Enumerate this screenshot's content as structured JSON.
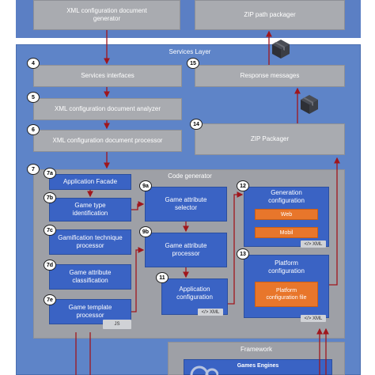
{
  "top": {
    "left_box": "XML configuration document generator",
    "right_box": "ZIP path packager"
  },
  "services_layer": {
    "title": "Services Layer",
    "services_interfaces": {
      "num": "4",
      "label": "Services interfaces"
    },
    "analyzer": {
      "num": "5",
      "label": "XML configuration document analyzer"
    },
    "processor": {
      "num": "6",
      "label": "XML configuration document processor"
    },
    "response": {
      "num": "15",
      "label": "Response messages"
    },
    "zip_packager": {
      "num": "14",
      "label": "ZIP Packager"
    }
  },
  "code_generator": {
    "num": "7",
    "title": "Code generator",
    "application_facade": {
      "num": "7a",
      "label": "Application Facade"
    },
    "game_type": {
      "num": "7b",
      "label": "Game type identification"
    },
    "gamification": {
      "num": "7c",
      "label": "Gamification technique processor"
    },
    "game_attribute_class": {
      "num": "7d",
      "label": "Game attribute classification"
    },
    "game_template": {
      "num": "7e",
      "label": "Game template processor",
      "tag": "JS"
    },
    "attr_selector": {
      "num": "9a",
      "label": "Game attribute selector"
    },
    "attr_processor": {
      "num": "9b",
      "label": "Game attribute processor"
    },
    "app_config": {
      "num": "11",
      "label": "Application configuration",
      "tag": "</> XML"
    },
    "gen_config": {
      "num": "12",
      "label": "Generation configuration",
      "web": "Web",
      "mobile": "Mobil",
      "tag": "</> XML"
    },
    "platform_config": {
      "num": "13",
      "label": "Platform configuration",
      "file": "Platform configuration file",
      "tag": "</> XML"
    }
  },
  "framework": {
    "title": "Framework",
    "games_engines": "Games Engines"
  },
  "colors": {
    "layer": "#5e84c8",
    "gray": "#a9abb0",
    "blue_box": "#3a63c4",
    "orange": "#e8762b",
    "arrow": "#a0161c"
  },
  "icons": [
    "package-icon",
    "gear-icon",
    "xml-code-icon"
  ]
}
